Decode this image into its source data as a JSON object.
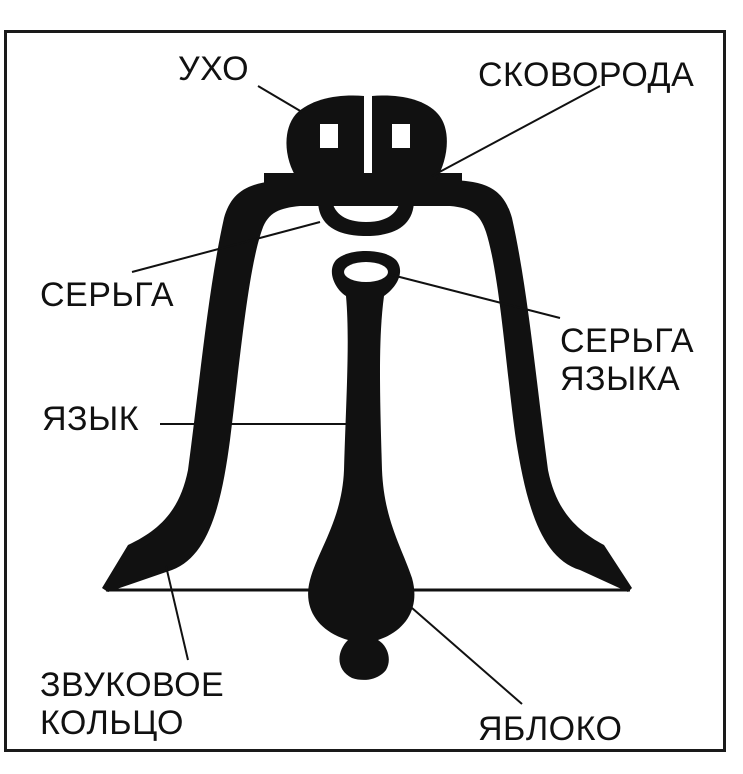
{
  "labels": {
    "ear": "УХО",
    "crown": "СКОВОРОДА",
    "earring": "СЕРЬГА",
    "tongue_earring": "СЕРЬГА\nЯЗЫКА",
    "tongue": "ЯЗЫК",
    "sound_ring": "ЗВУКОВОЕ\nКОЛЬЦО",
    "apple": "ЯБЛОКО"
  },
  "colors": {
    "ink": "#111111",
    "background": "#ffffff"
  }
}
